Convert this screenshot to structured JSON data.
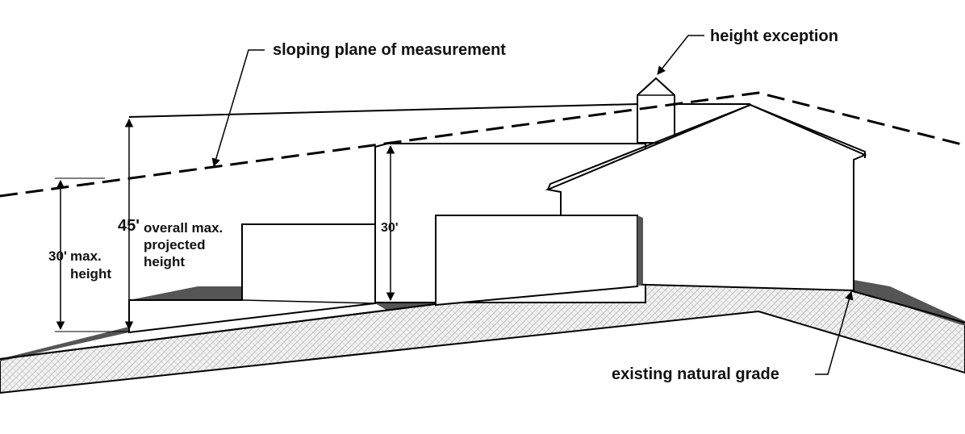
{
  "diagram": {
    "labels": {
      "sloping_plane": "sloping plane of measurement",
      "height_exception": "height exception",
      "existing_grade": "existing natural grade",
      "overall_line1": "overall max.",
      "overall_line2": "projected",
      "overall_line3": "height",
      "max_line1": "max.",
      "max_line2": "height"
    },
    "dimensions": {
      "overall": "45'",
      "max_left": "30'",
      "tower": "30'"
    },
    "colors": {
      "line": "#000000",
      "ground_fill": "#e9e9e9",
      "shadow": "#555555",
      "label": "#111111"
    }
  }
}
